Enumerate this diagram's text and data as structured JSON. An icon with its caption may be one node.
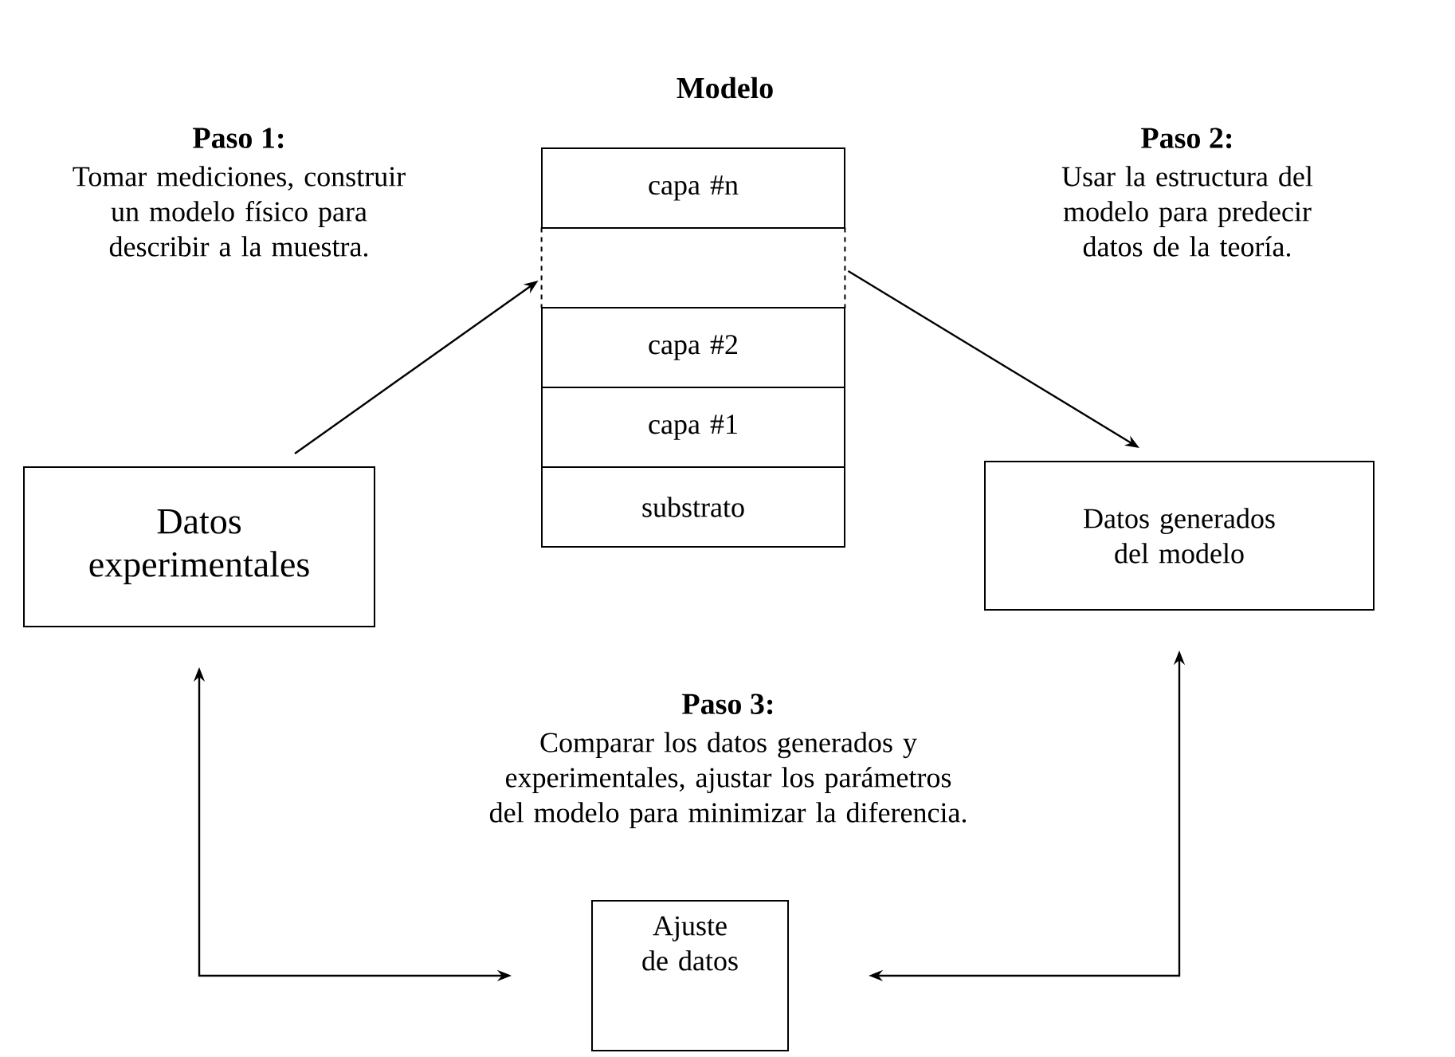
{
  "diagram": {
    "nodes": [
      {
        "text": [
          "Modelo"
        ]
      },
      {
        "text": [
          "capa #n"
        ],
        "in": 0
      },
      {
        "text": [],
        "shape": "box",
        "in": 0
      },
      {
        "text": [
          "capa #2"
        ],
        "in": 0
      },
      {
        "text": [
          "capa #1"
        ],
        "in": 0
      },
      {
        "text": [
          "substrato"
        ],
        "in": 0
      },
      {
        "text": [
          "Datos experimentales"
        ]
      },
      {
        "text": [
          "Datos generados del modelo"
        ]
      },
      {
        "text": [
          "Ajuste de datos"
        ]
      }
    ],
    "edges": [
      {
        "from": 6,
        "to": 0,
        "arrow": "to"
      },
      {
        "from": 0,
        "to": 7,
        "arrow": "to"
      },
      {
        "from": 6,
        "to": 8,
        "arrow": "both"
      },
      {
        "from": 7,
        "to": 8,
        "arrow": "both"
      }
    ],
    "labels": [
      "Paso 1:",
      "Tomar mediciones, construir un modelo físico para describir a la muestra.",
      "Paso 2:",
      "Usar la estructura del modelo para predecir datos de la teoría.",
      "Paso 3:",
      "Comparar los datos generados y experimentales, ajustar los parámetros del modelo para minimizar la diferencia."
    ]
  }
}
